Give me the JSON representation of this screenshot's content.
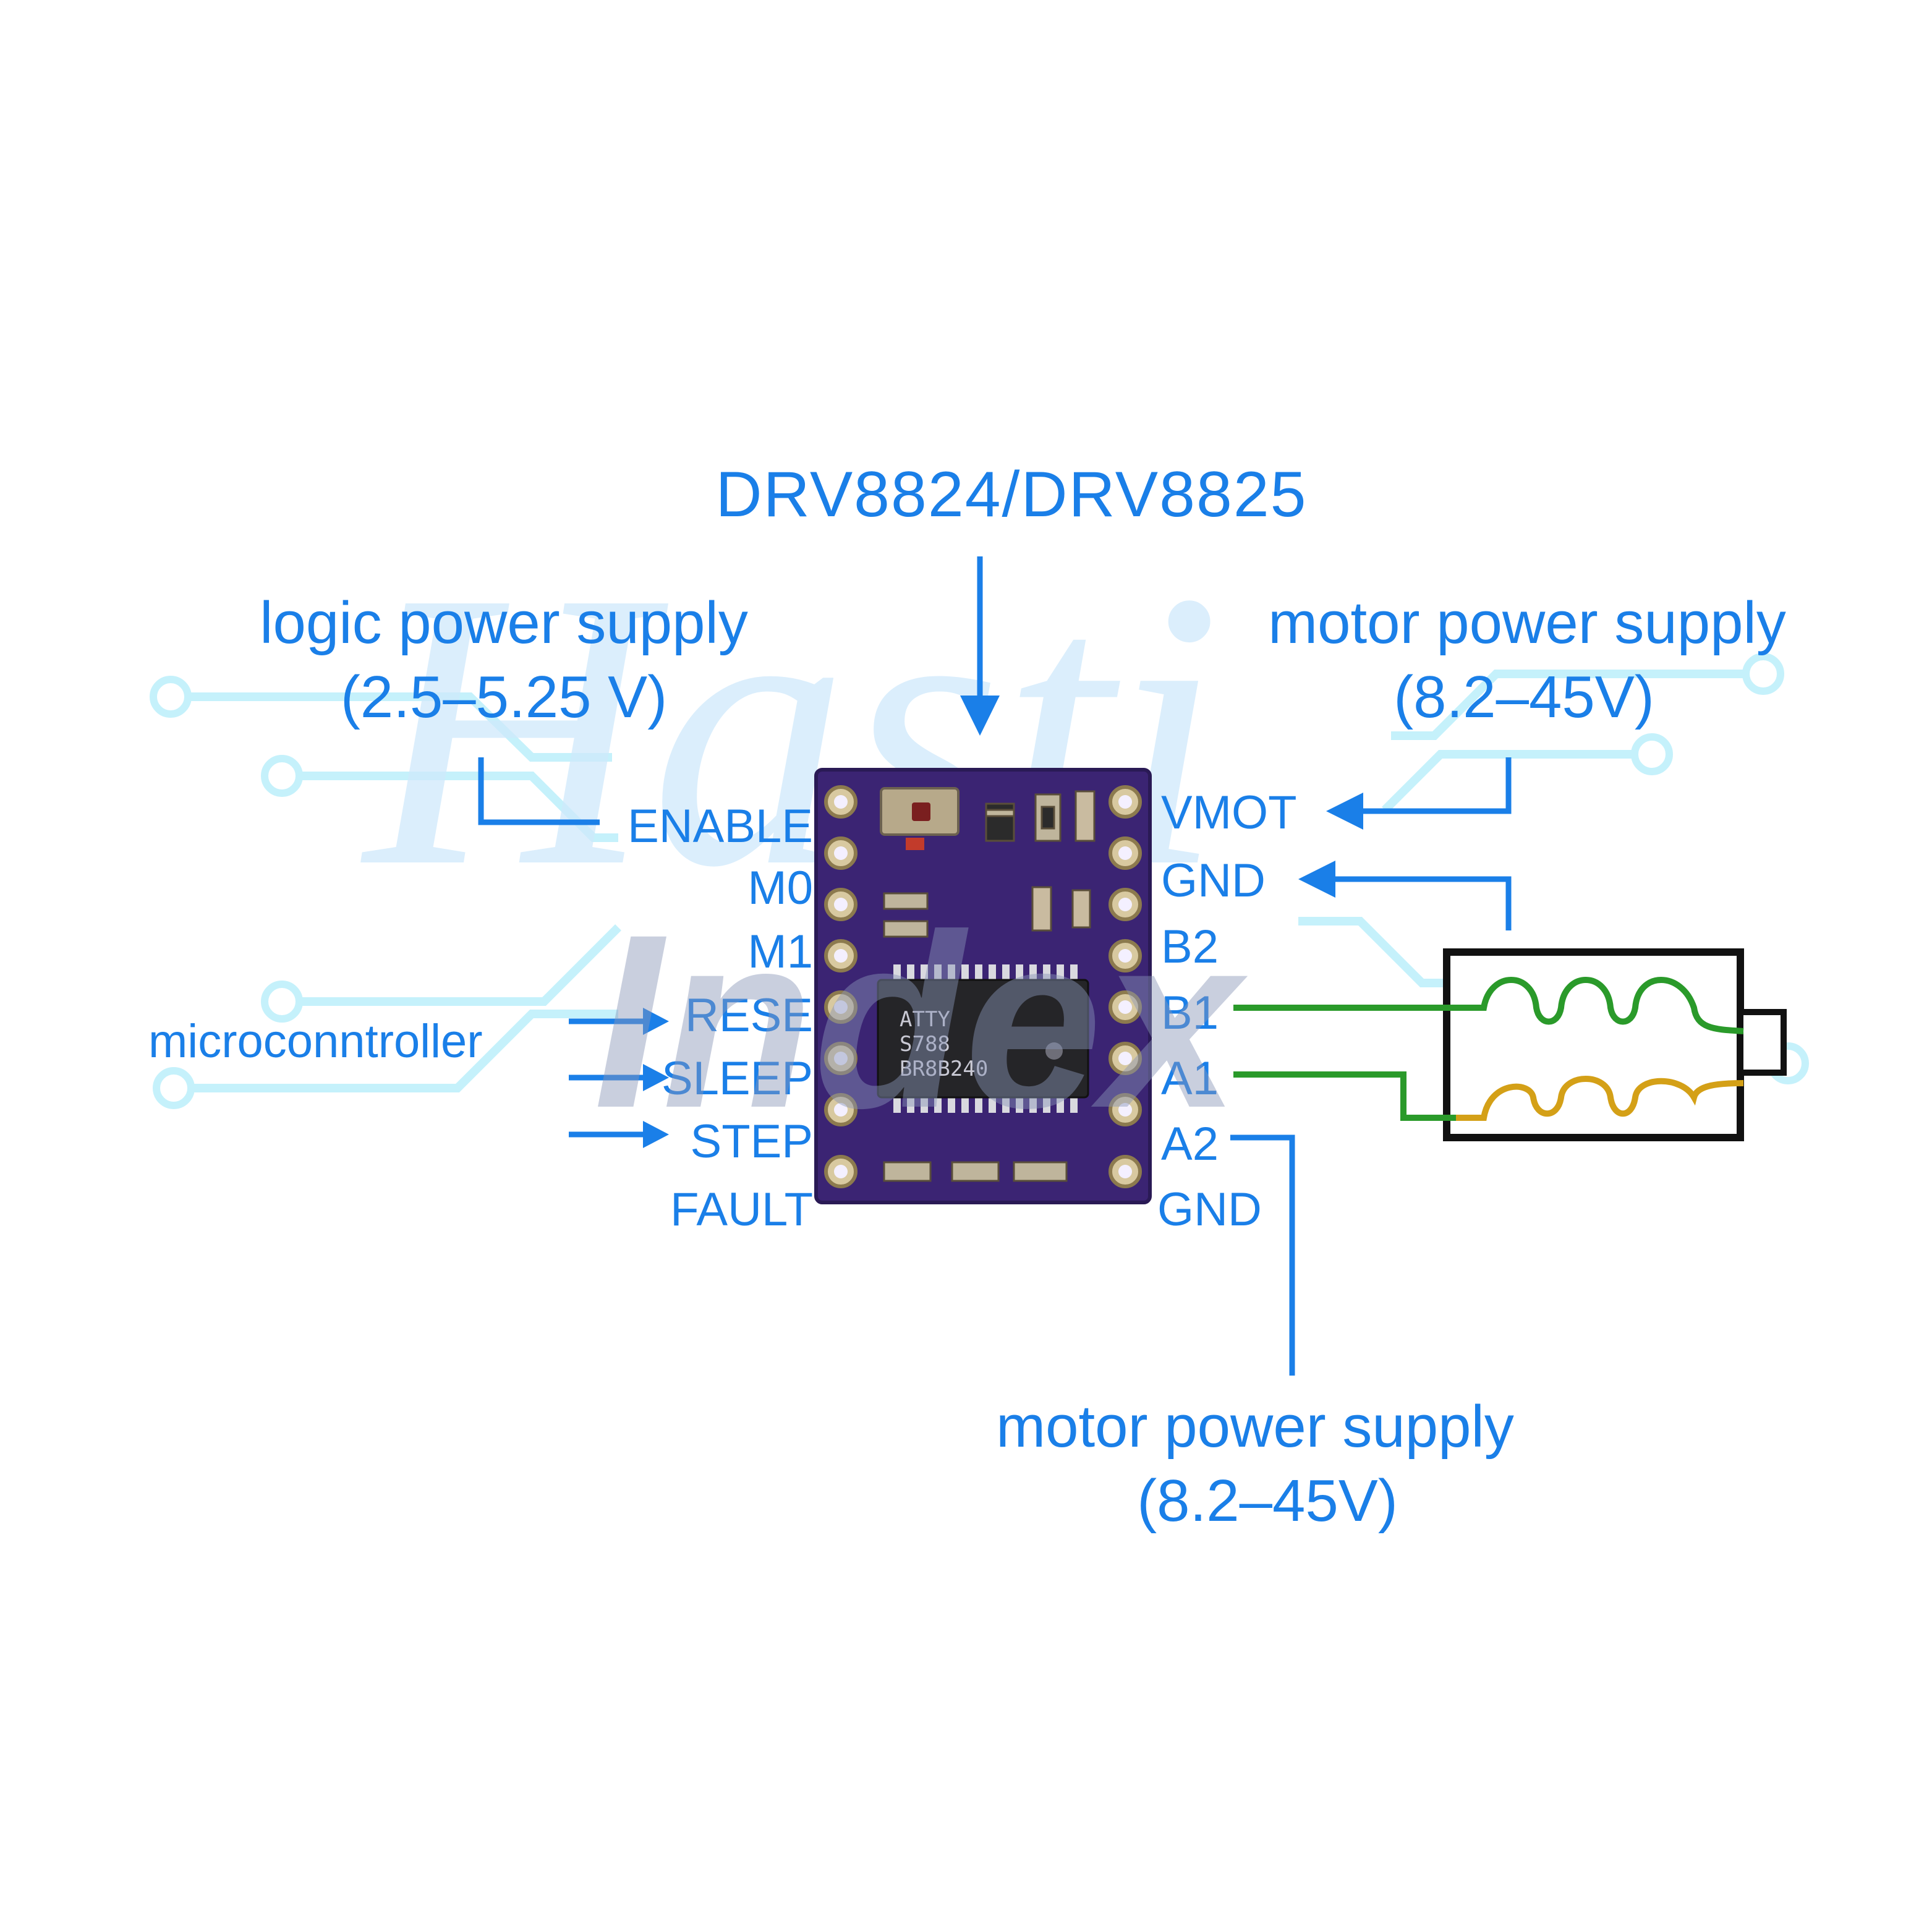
{
  "title": "DRV8824/DRV8825",
  "logic_supply": {
    "line1": "logic power supply",
    "line2": "(2.5–5.25 V)"
  },
  "motor_supply_top": {
    "line1": "motor power supply",
    "line2": "(8.2–45V)"
  },
  "motor_supply_bottom": {
    "line1": "motor power supply",
    "line2": "(8.2–45V)"
  },
  "microcontroller_label": "microconntroller",
  "left_pins": [
    "ENABLE",
    "M0",
    "M1",
    "RESE",
    "SLEEP",
    "STEP",
    "FAULT"
  ],
  "right_pins": [
    "VMOT",
    "GND",
    "B2",
    "B1",
    "A1",
    "A2",
    "GND"
  ],
  "chip_marking": [
    "ATTY",
    "S788",
    "BR8B240"
  ],
  "watermark": [
    "Hasti",
    "Index"
  ],
  "colors": {
    "label_blue": "#1a7fe8",
    "board_purple": "#3b2473",
    "coil_green": "#2a9a2a",
    "coil_gold": "#d4a017",
    "trace_cyan": "#c5f1fb"
  }
}
